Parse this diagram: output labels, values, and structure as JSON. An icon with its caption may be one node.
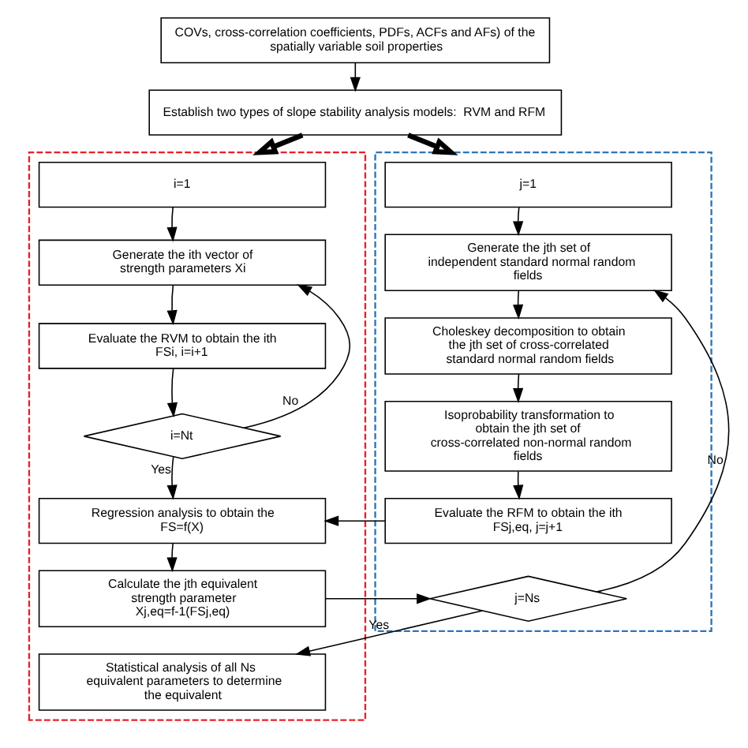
{
  "diagram": {
    "nodes": [
      {
        "text": [
          "COVs, cross-correlation coefficients, PDFs, ACFs and AFs) of the spatially variable soil properties"
        ]
      },
      {
        "text": [
          "Establish two types of slope stability analysis models:  RVM and RFM"
        ]
      },
      {
        "text": [],
        "shape": "box"
      },
      {
        "text": [],
        "shape": "box"
      },
      {
        "text": [
          "i=1"
        ],
        "in": 2
      },
      {
        "text": [
          "Generate the ith vector of strength parameters Xi"
        ],
        "in": 2
      },
      {
        "text": [
          "Evaluate the RVM to obtain the ith FSi, i=i+1"
        ],
        "in": 2
      },
      {
        "text": [
          "i=Nt"
        ],
        "in": 2
      },
      {
        "text": [
          "Regression analysis to obtain the FS=f(X)"
        ],
        "in": 2
      },
      {
        "text": [
          "Calculate the jth equivalent strength parameter Xj,eq=f-1(FSj,eq)"
        ],
        "in": 2
      },
      {
        "text": [
          "Statistical analysis of all Ns equivalent parameters to determine the equivalent"
        ],
        "in": 2
      },
      {
        "text": [
          "j=1"
        ],
        "in": 3
      },
      {
        "text": [
          "Generate the jth set of independent standard normal random fields"
        ],
        "in": 3
      },
      {
        "text": [
          "Choleskey decomposition to obtain the jth set of cross-correlated standard normal random fields"
        ],
        "in": 3
      },
      {
        "text": [
          "Isoprobability transformation to obtain the jth set of cross-correlated non-normal random fields"
        ],
        "in": 3
      },
      {
        "text": [
          "Evaluate the RFM to obtain the ith FSj,eq, j=j+1"
        ],
        "in": 3
      },
      {
        "text": [
          "j=Ns"
        ],
        "in": 3
      }
    ],
    "edges": [
      {
        "from": 0,
        "to": 1,
        "arrow": "to"
      },
      {
        "from": 1,
        "to": 2,
        "arrow": "to",
        "style": "thick"
      },
      {
        "from": 1,
        "to": 3,
        "arrow": "to",
        "style": "thick"
      },
      {
        "from": 4,
        "to": 5,
        "arrow": "to"
      },
      {
        "from": 5,
        "to": 6,
        "arrow": "to"
      },
      {
        "from": 6,
        "to": 7,
        "arrow": "to"
      },
      {
        "from": 7,
        "to": 5,
        "arrow": "to",
        "label": "No"
      },
      {
        "from": 7,
        "to": 8,
        "arrow": "to",
        "label": "Yes"
      },
      {
        "from": 8,
        "to": 9,
        "arrow": "to"
      },
      {
        "from": 11,
        "to": 12,
        "arrow": "to"
      },
      {
        "from": 12,
        "to": 13,
        "arrow": "to"
      },
      {
        "from": 13,
        "to": 14,
        "arrow": "to"
      },
      {
        "from": 14,
        "to": 15,
        "arrow": "to"
      },
      {
        "from": 15,
        "to": 8,
        "arrow": "to"
      },
      {
        "from": 9,
        "to": 16,
        "arrow": "to"
      },
      {
        "from": 16,
        "to": 12,
        "arrow": "to",
        "label": "No"
      },
      {
        "from": 16,
        "to": 10,
        "arrow": "to",
        "label": "Yes"
      }
    ]
  }
}
